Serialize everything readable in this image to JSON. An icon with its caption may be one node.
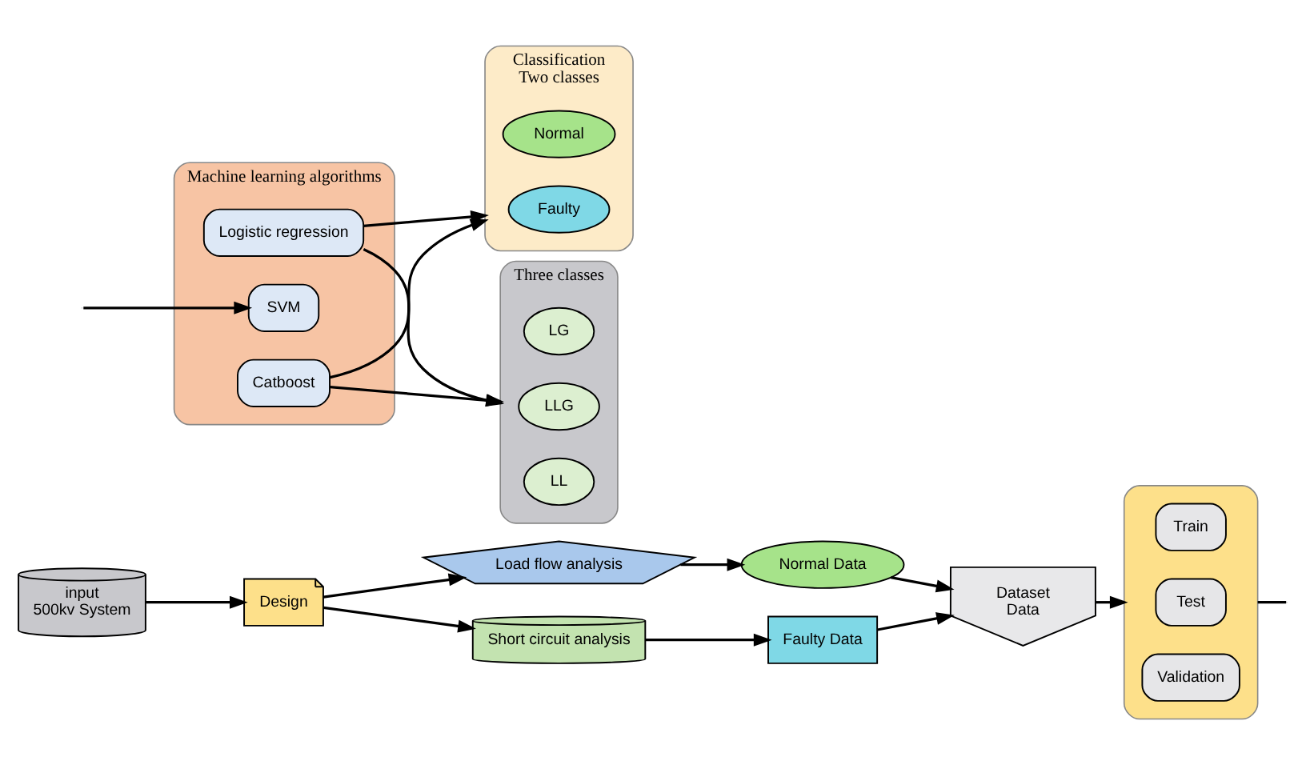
{
  "diagram": {
    "nodes": [
      {
        "text": [
          "input",
          "500kv System"
        ]
      },
      {
        "text": [
          "Design"
        ]
      },
      {
        "text": [
          "Load flow analysis"
        ]
      },
      {
        "text": [
          "Normal Data"
        ]
      },
      {
        "text": [
          "Dataset",
          "Data"
        ]
      },
      {
        "text": [],
        "shape": "box"
      },
      {
        "text": [
          "Train"
        ],
        "in": 5
      },
      {
        "text": [
          "Test"
        ],
        "in": 5
      },
      {
        "text": [
          "Validation"
        ],
        "in": 5
      },
      {
        "text": [
          "Short circuit analysis"
        ]
      },
      {
        "text": [
          "Faulty Data"
        ]
      },
      {
        "text": [
          "Machine learning algorithms"
        ]
      },
      {
        "text": [
          "Logistic regression"
        ],
        "in": 11
      },
      {
        "text": [
          "SVM"
        ],
        "in": 11
      },
      {
        "text": [
          "Catboost"
        ],
        "in": 11
      },
      {
        "text": [
          "Classification",
          "Two classes"
        ]
      },
      {
        "text": [
          "Normal"
        ],
        "in": 15
      },
      {
        "text": [
          "Faulty"
        ],
        "in": 15
      },
      {
        "text": [
          "Three classes"
        ]
      },
      {
        "text": [
          "LG"
        ],
        "in": 18
      },
      {
        "text": [
          "LLG"
        ],
        "in": 18
      },
      {
        "text": [
          "LL"
        ],
        "in": 18
      }
    ],
    "edges": [
      {
        "from": 0,
        "to": 1,
        "arrow": "to"
      },
      {
        "from": 1,
        "to": 2,
        "arrow": "to"
      },
      {
        "from": 2,
        "to": 3,
        "arrow": "to"
      },
      {
        "from": 3,
        "to": 4,
        "arrow": "to"
      },
      {
        "from": 4,
        "to": 5,
        "arrow": "to"
      },
      {
        "from": 5,
        "to": null,
        "arrow": "none"
      },
      {
        "from": 1,
        "to": 9,
        "arrow": "to"
      },
      {
        "from": 9,
        "to": 10,
        "arrow": "to"
      },
      {
        "from": 10,
        "to": 4,
        "arrow": "to"
      },
      {
        "from": null,
        "to": 13,
        "arrow": "to"
      },
      {
        "from": 12,
        "to": 15,
        "arrow": "to"
      },
      {
        "from": 12,
        "to": 18,
        "arrow": "to"
      },
      {
        "from": 14,
        "to": 15,
        "arrow": "to"
      },
      {
        "from": 14,
        "to": 18,
        "arrow": "to"
      }
    ]
  }
}
